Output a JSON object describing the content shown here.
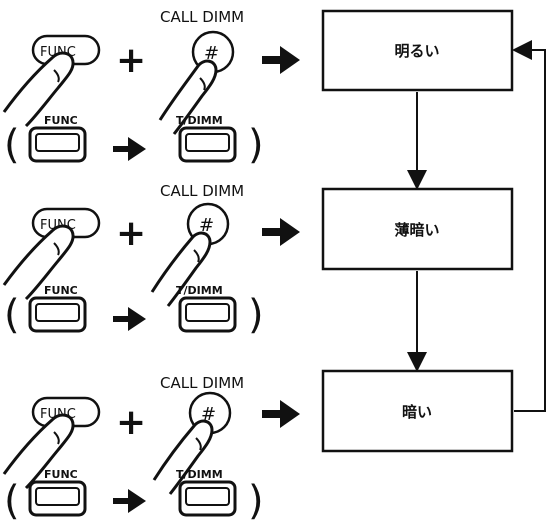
{
  "states": [
    {
      "label": "明るい"
    },
    {
      "label": "薄暗い"
    },
    {
      "label": "暗い"
    }
  ],
  "steps": [
    {
      "call_dimm_label": "CALL DIMM",
      "func_key_label": "FUNC",
      "plus_sign": "+",
      "hash_key_label": "#",
      "alt_func_key_label": "FUNC",
      "alt_t_dimm_key_label": "T/DIMM",
      "paren_open": "(",
      "paren_close": ")"
    },
    {
      "call_dimm_label": "CALL DIMM",
      "func_key_label": "FUNC",
      "plus_sign": "+",
      "hash_key_label": "#",
      "alt_func_key_label": "FUNC",
      "alt_t_dimm_key_label": "T/DIMM",
      "paren_open": "(",
      "paren_close": ")"
    },
    {
      "call_dimm_label": "CALL DIMM",
      "func_key_label": "FUNC",
      "plus_sign": "+",
      "hash_key_label": "#",
      "alt_func_key_label": "FUNC",
      "alt_t_dimm_key_label": "T/DIMM",
      "paren_open": "(",
      "paren_close": ")"
    }
  ],
  "icons": {
    "finger": "pressing-finger-icon",
    "arrow": "right-arrow-icon",
    "key": "keypad-key-icon"
  }
}
